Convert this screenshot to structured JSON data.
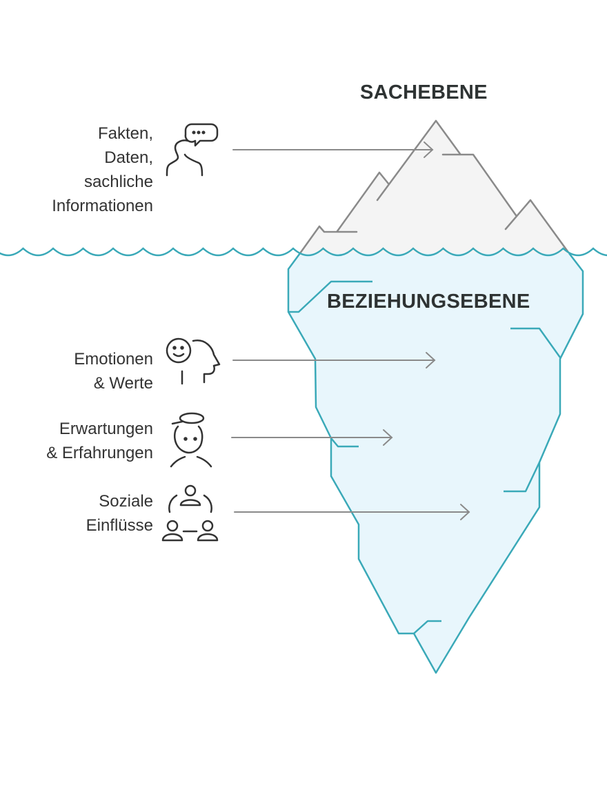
{
  "titles": {
    "top": "SACHEBENE",
    "bottom": "BEZIEHUNGSEBENE"
  },
  "items": [
    {
      "lines": [
        "Fakten,",
        "Daten,",
        "sachliche",
        "Informationen"
      ],
      "icon": "person-speech-bubble-icon"
    },
    {
      "lines": [
        "Emotionen",
        "& Werte"
      ],
      "icon": "smiley-head-profile-icon"
    },
    {
      "lines": [
        "Erwartungen",
        "& Erfahrungen"
      ],
      "icon": "person-thought-icon"
    },
    {
      "lines": [
        "Soziale",
        "Einflüsse"
      ],
      "icon": "group-people-icon"
    }
  ],
  "colors": {
    "water": "#3aa9b8",
    "ice_top": "#f4f4f4",
    "ice_bottom": "#e8f6fc",
    "line": "#8a8a8a",
    "text": "#333333"
  }
}
